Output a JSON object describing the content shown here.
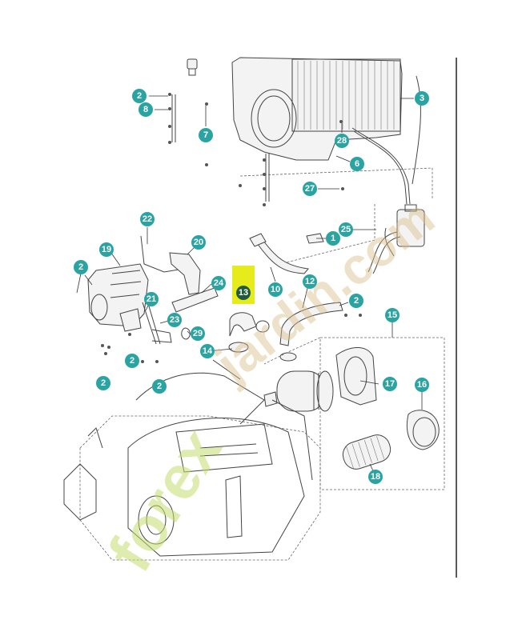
{
  "diagram": {
    "callouts": [
      {
        "id": "c-2a",
        "label": "2"
      },
      {
        "id": "c-8",
        "label": "8"
      },
      {
        "id": "c-7",
        "label": "7"
      },
      {
        "id": "c-3",
        "label": "3"
      },
      {
        "id": "c-28",
        "label": "28"
      },
      {
        "id": "c-6",
        "label": "6"
      },
      {
        "id": "c-27",
        "label": "27"
      },
      {
        "id": "c-22",
        "label": "22"
      },
      {
        "id": "c-19",
        "label": "19"
      },
      {
        "id": "c-20",
        "label": "20"
      },
      {
        "id": "c-2b",
        "label": "2"
      },
      {
        "id": "c-24",
        "label": "24"
      },
      {
        "id": "c-13",
        "label": "13"
      },
      {
        "id": "c-10",
        "label": "10"
      },
      {
        "id": "c-12",
        "label": "12"
      },
      {
        "id": "c-1",
        "label": "1"
      },
      {
        "id": "c-25",
        "label": "25"
      },
      {
        "id": "c-21",
        "label": "21"
      },
      {
        "id": "c-23",
        "label": "23"
      },
      {
        "id": "c-29",
        "label": "29"
      },
      {
        "id": "c-2c",
        "label": "2"
      },
      {
        "id": "c-15",
        "label": "15"
      },
      {
        "id": "c-14",
        "label": "14"
      },
      {
        "id": "c-2d",
        "label": "2"
      },
      {
        "id": "c-2e",
        "label": "2"
      },
      {
        "id": "c-2f",
        "label": "2"
      },
      {
        "id": "c-17",
        "label": "17"
      },
      {
        "id": "c-16",
        "label": "16"
      },
      {
        "id": "c-18",
        "label": "18"
      }
    ],
    "highlight_color": "#e6ec1c",
    "callout_color": "#2aa3a3",
    "highlight_callout_color": "#1f5a3a"
  },
  "watermark": {
    "primary": "forex",
    "secondary": "jardin.com"
  }
}
